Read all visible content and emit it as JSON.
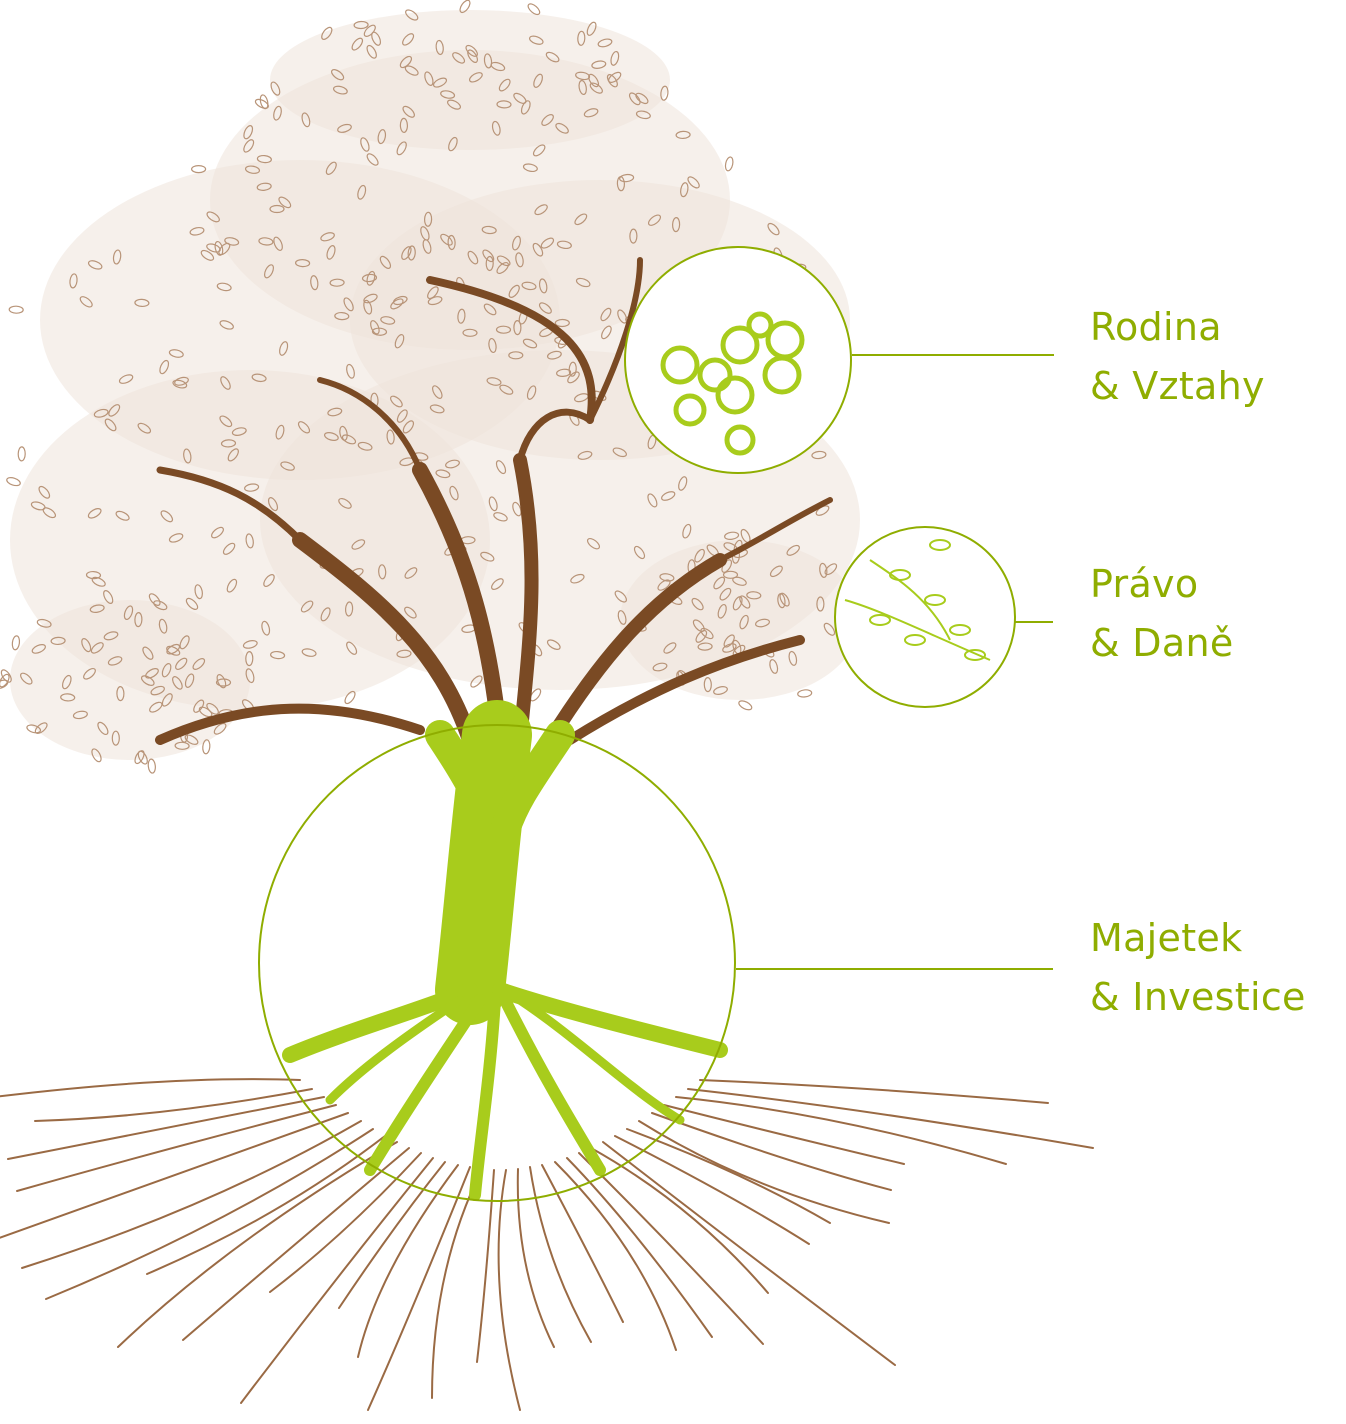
{
  "colors": {
    "accent": "#8fad00",
    "bark": "#7a4a24",
    "leaf_sketch": "#b89478",
    "highlight": "#a8cc1c"
  },
  "labels": [
    {
      "line1": "Rodina",
      "line2": "& Vztahy",
      "icon": "family-fruit-circle"
    },
    {
      "line1": "Právo",
      "line2": "& Daně",
      "icon": "law-leaves-circle"
    },
    {
      "line1": "Majetek",
      "line2": "& Investice",
      "icon": "trunk-roots-circle"
    }
  ]
}
